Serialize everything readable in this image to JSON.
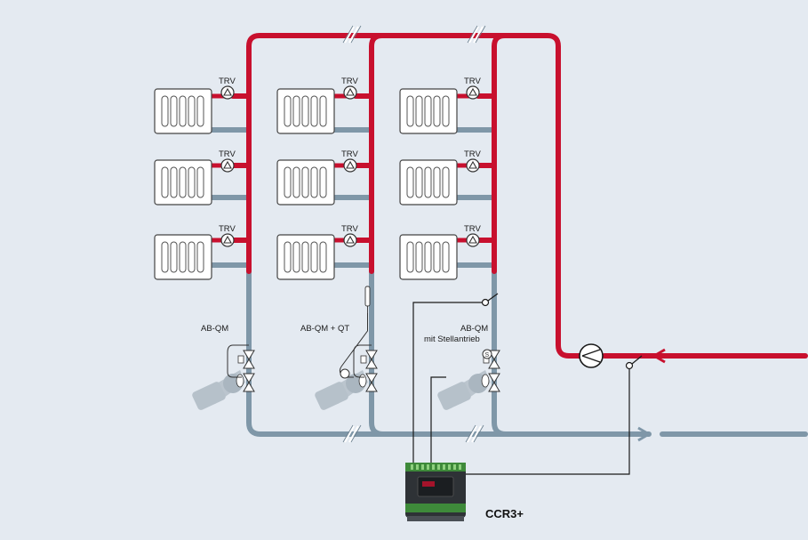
{
  "labels": {
    "trv": "TRV",
    "valve_1": "AB-QM",
    "valve_2": "AB-QM + QT",
    "valve_3_line1": "AB-QM",
    "valve_3_line2": "mit Stellantrieb",
    "controller": "CCR3+"
  },
  "colors": {
    "background": "#e4eaf1",
    "supply_pipe": "#c8102e",
    "return_pipe": "#7f97a8",
    "control_wire": "#1a1a1a",
    "radiator_outline": "#444444",
    "valve_body": "#9aa7b2"
  },
  "columns": [
    "riser-1",
    "riser-2",
    "riser-3"
  ],
  "floors": [
    "floor-top",
    "floor-middle",
    "floor-bottom"
  ],
  "icons": [
    "radiator-icon",
    "trv-valve-icon",
    "pump-icon",
    "ab-qm-valve-icon",
    "temperature-sensor-icon",
    "flow-arrow-icon",
    "controller-icon",
    "pipe-break-icon"
  ]
}
